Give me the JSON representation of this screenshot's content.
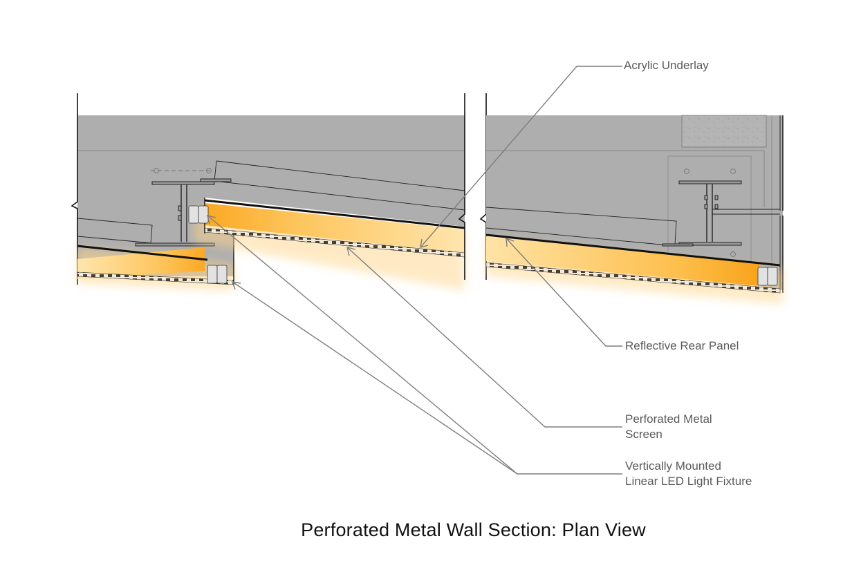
{
  "title": "Perforated Metal Wall Section: Plan View",
  "callouts": [
    {
      "id": "acrylic-underlay",
      "lines": [
        "Acrylic Underlay"
      ]
    },
    {
      "id": "reflective-rear-panel",
      "lines": [
        "Reflective Rear Panel"
      ]
    },
    {
      "id": "perforated-metal-screen",
      "lines": [
        "Perforated Metal",
        "Screen"
      ]
    },
    {
      "id": "led-light-fixture",
      "lines": [
        "Vertically Mounted",
        "Linear LED Light Fixture"
      ]
    }
  ],
  "colors": {
    "wall_fill": "#aeaeae",
    "glow": "#fbb040",
    "glow_light": "#ffe3a6",
    "leader": "#7d7d7d",
    "outline": "#111111",
    "label_text": "#5a5a5a"
  }
}
